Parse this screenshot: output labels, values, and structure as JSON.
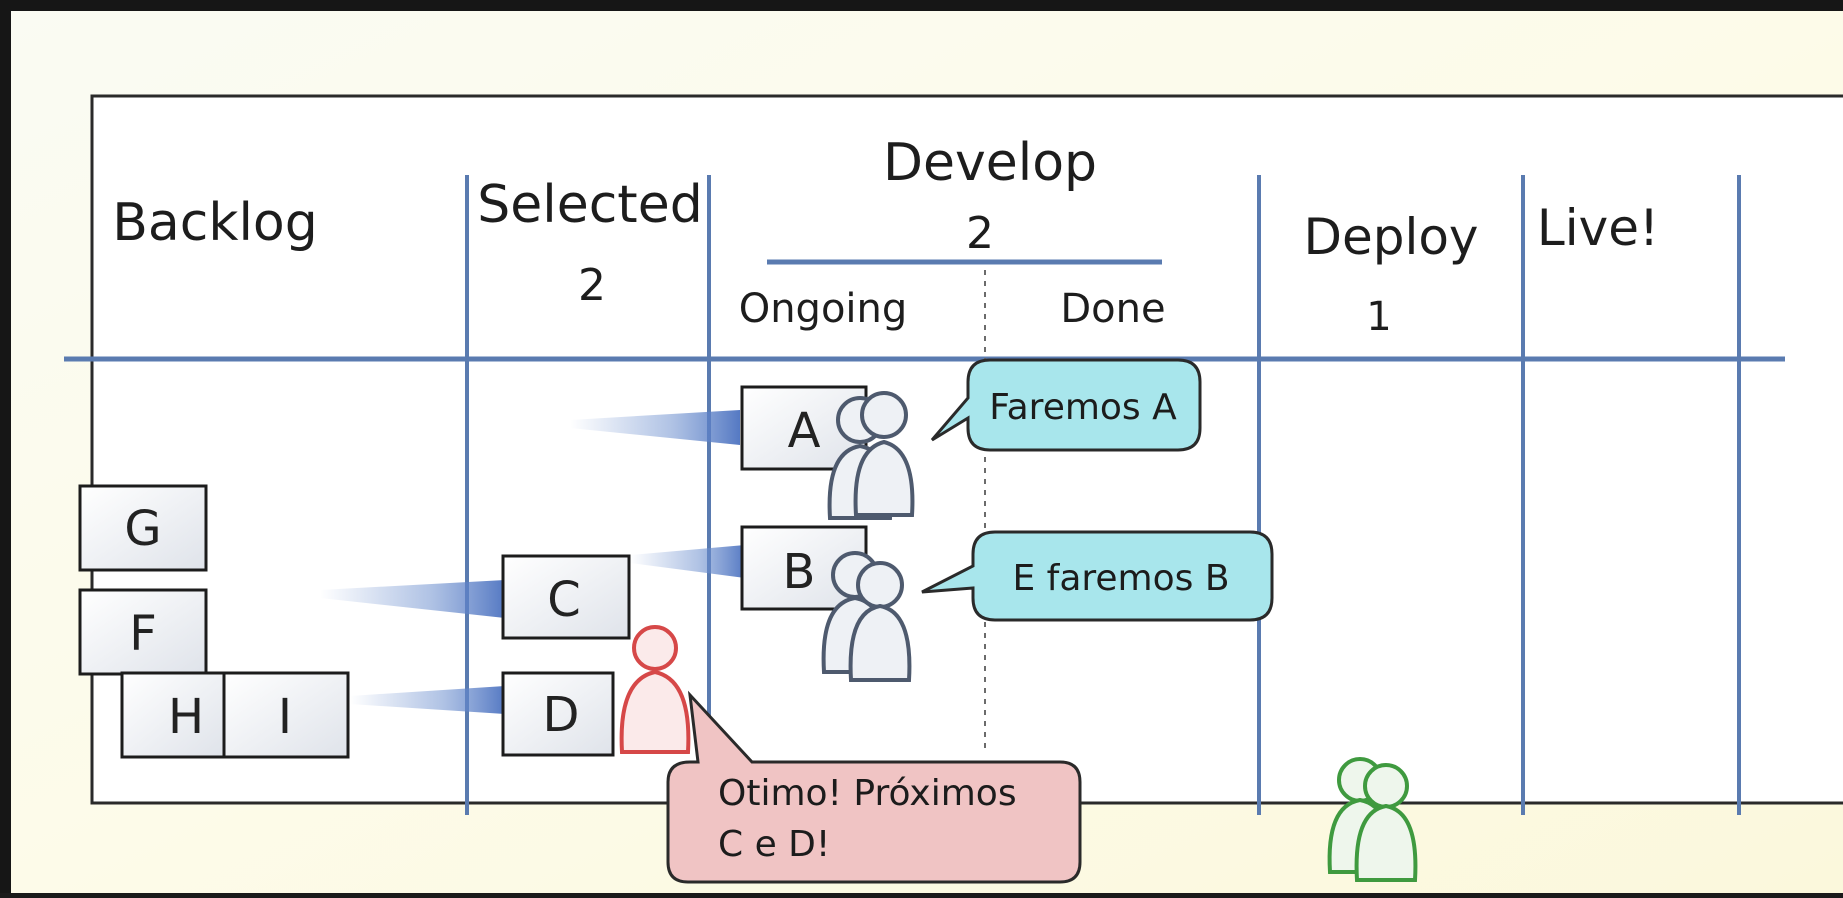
{
  "board": {
    "columns": {
      "backlog": {
        "title": "Backlog"
      },
      "selected": {
        "title": "Selected",
        "wip": "2"
      },
      "develop": {
        "title": "Develop",
        "wip": "2",
        "sub": {
          "ongoing": "Ongoing",
          "done": "Done"
        }
      },
      "deploy": {
        "title": "Deploy",
        "wip": "1"
      },
      "live": {
        "title": "Live!"
      }
    },
    "cards": {
      "a": "A",
      "b": "B",
      "c": "C",
      "d": "D",
      "f": "F",
      "g": "G",
      "h": "H",
      "i": "I"
    },
    "bubbles": {
      "a": "Faremos A",
      "b": "E faremos B",
      "d_line1": "Otimo! Próximos",
      "d_line2": "C e D!"
    },
    "colors": {
      "line": "#5a7bb0",
      "bubble_blue": "#a8e6ec",
      "bubble_red": "#f0c4c4",
      "person_red": "#d64848",
      "person_green": "#3f9a3f",
      "person_gray": "#4e5a6e"
    }
  }
}
